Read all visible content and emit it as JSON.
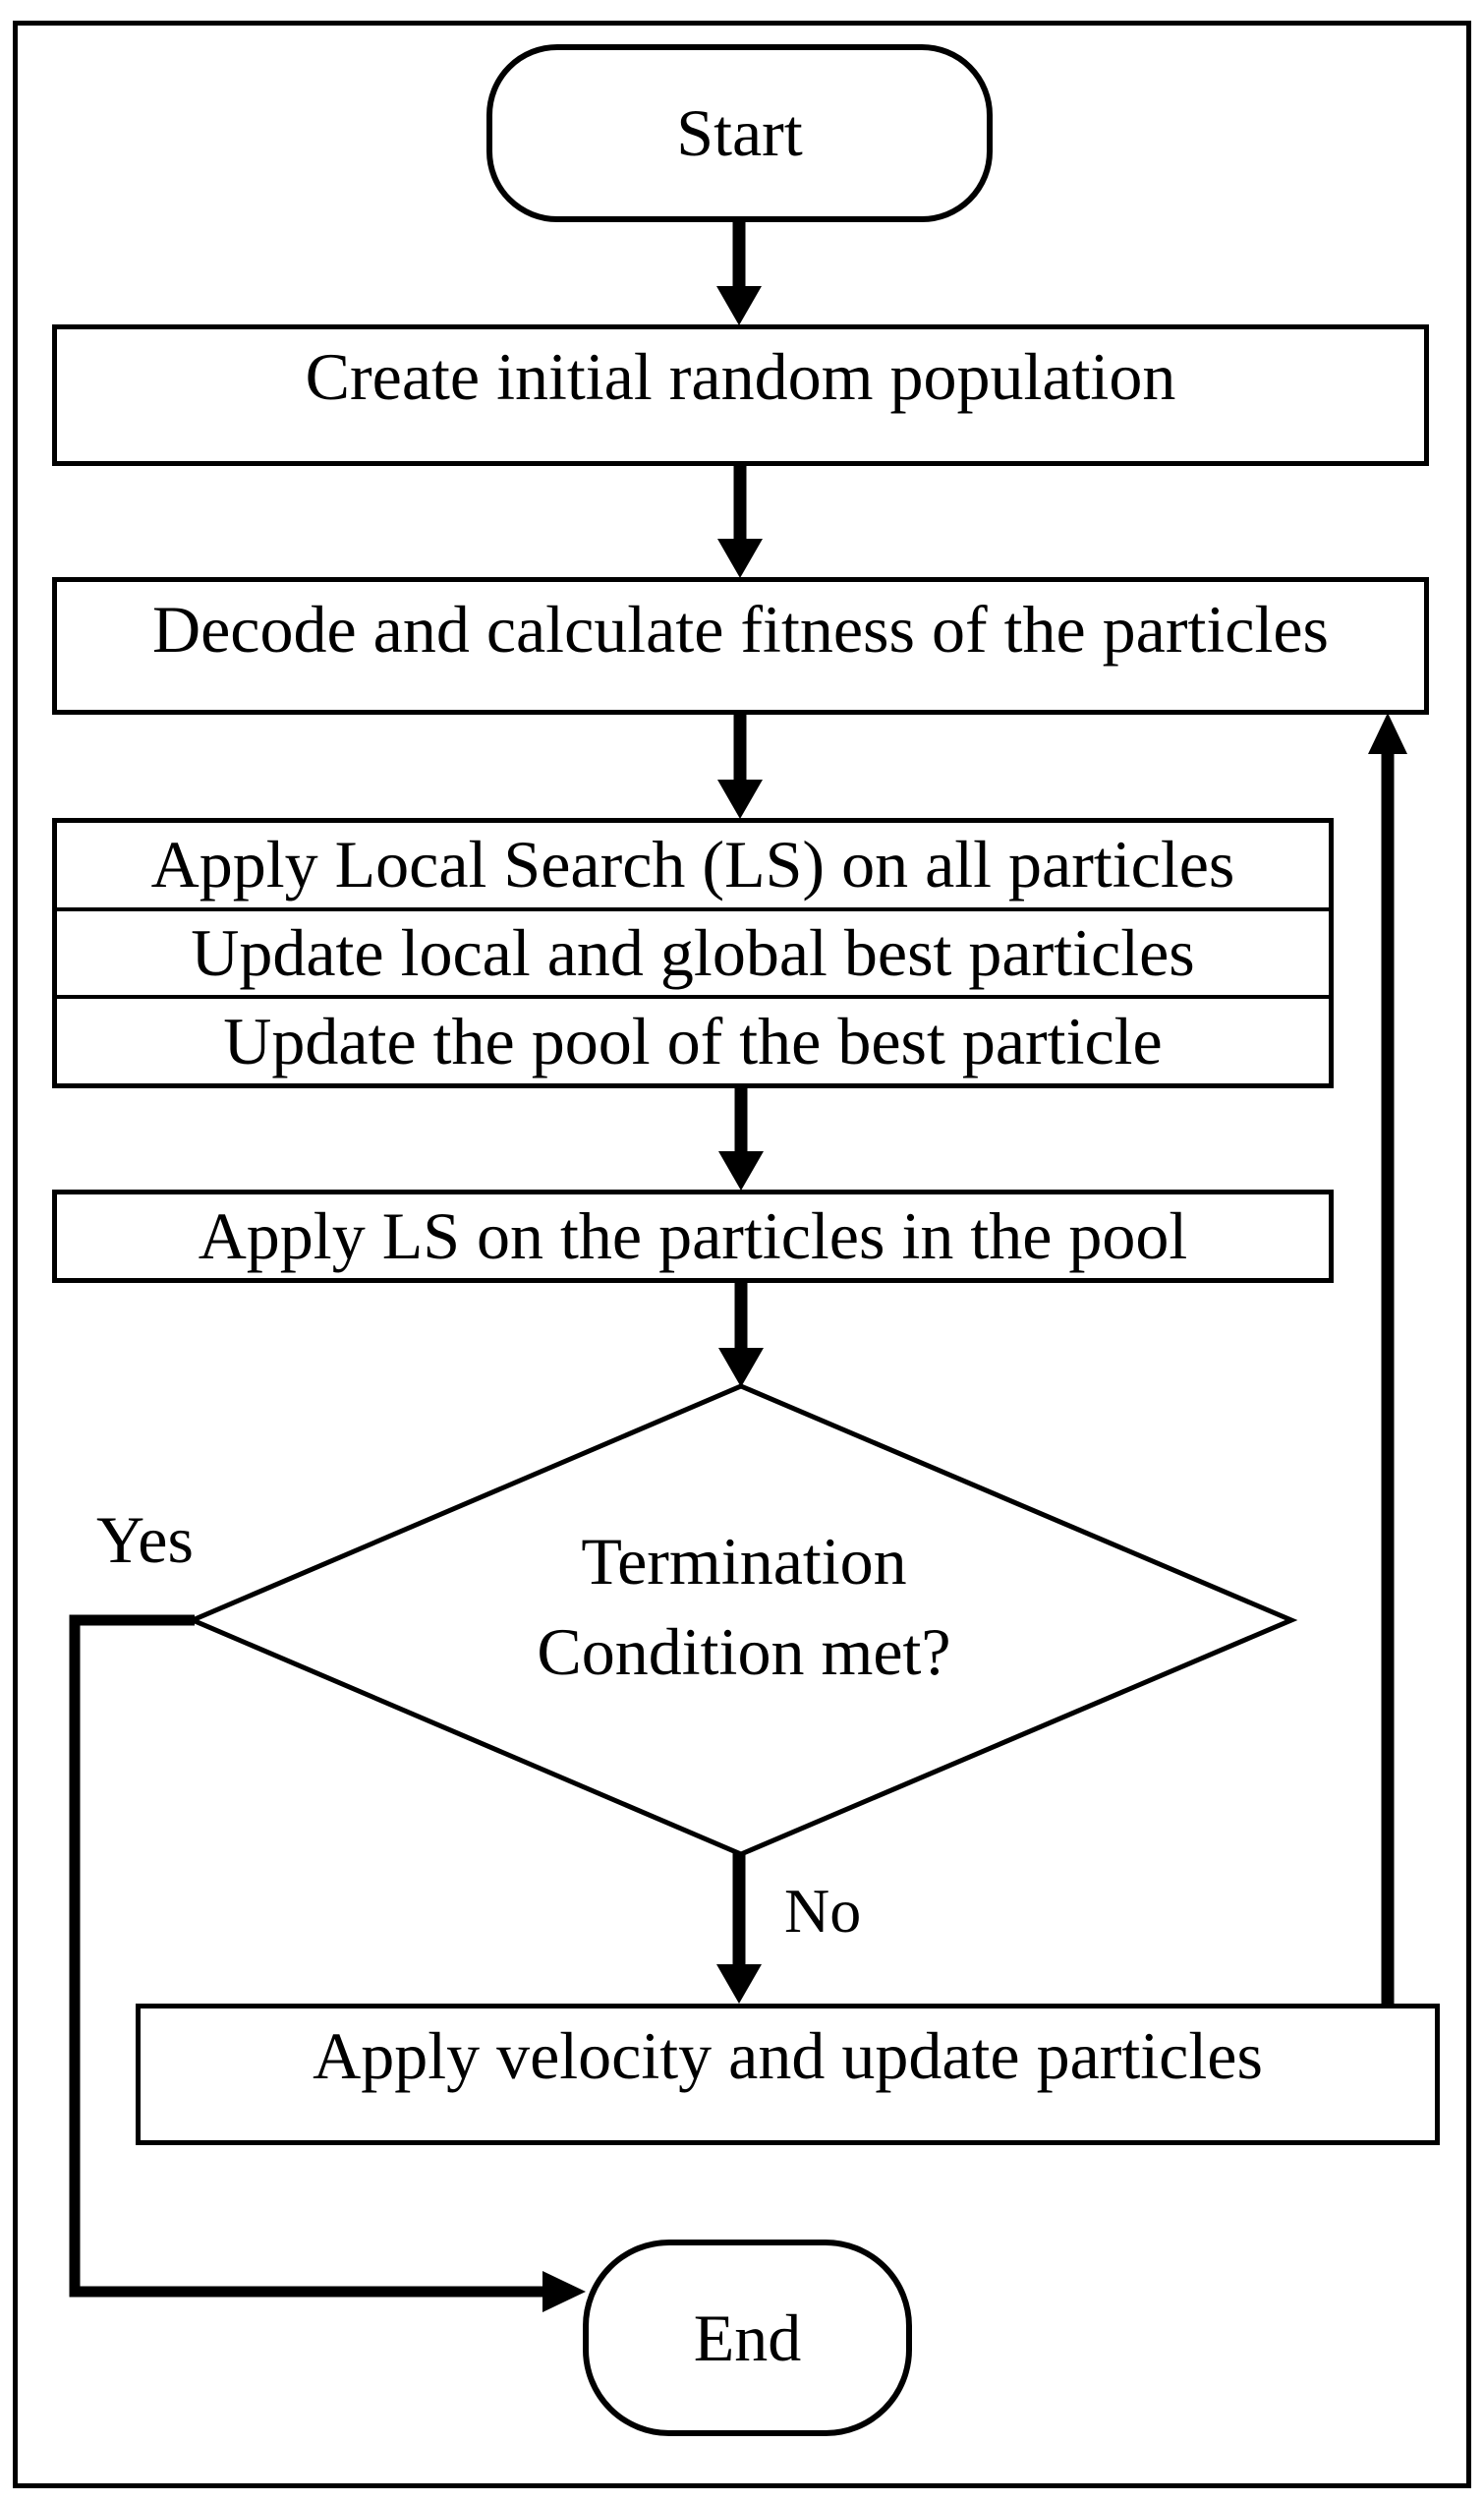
{
  "figure": {
    "background": "#ffffff",
    "stroke_color": "#000000",
    "nodes": {
      "start": "Start",
      "create_population": "Create initial random population",
      "decode_fitness": "Decode and calculate fitness of the particles",
      "local_search_stack": [
        "Apply Local Search (LS) on all particles",
        "Update local and global best particles",
        "Update the pool of the best particle"
      ],
      "pool_local_search": "Apply LS on the particles in the pool",
      "decision": {
        "line1": "Termination",
        "line2": "Condition met?"
      },
      "apply_velocity": "Apply velocity and update particles",
      "end": "End"
    },
    "edge_labels": {
      "yes": "Yes",
      "no": "No"
    }
  }
}
